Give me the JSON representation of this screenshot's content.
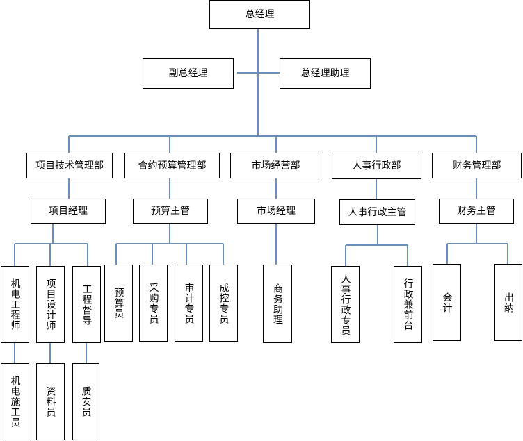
{
  "chart": {
    "root": "总经理",
    "assistants": [
      "副总经理",
      "总经理助理"
    ],
    "departments": [
      {
        "name": "项目技术管理部",
        "manager": "项目经理",
        "staff": [
          "机电工程师",
          "项目设计师",
          "工程督导"
        ],
        "sub_staff": [
          "机电施工员",
          "资料员",
          "质安员"
        ]
      },
      {
        "name": "合约预算管理部",
        "manager": "预算主管",
        "staff": [
          "预算员",
          "采购专员",
          "审计专员",
          "成控专员"
        ]
      },
      {
        "name": "市场经营部",
        "manager": "市场经理",
        "staff": [
          "商务助理"
        ]
      },
      {
        "name": "人事行政部",
        "manager": "人事行政主管",
        "staff": [
          "人事行政专员",
          "行政兼前台"
        ]
      },
      {
        "name": "财务管理部",
        "manager": "财务主管",
        "staff": [
          "会计",
          "出纳"
        ]
      }
    ]
  },
  "colors": {
    "connector": "#6a8fb8",
    "box_border": "#000000",
    "background": "#ffffff"
  }
}
